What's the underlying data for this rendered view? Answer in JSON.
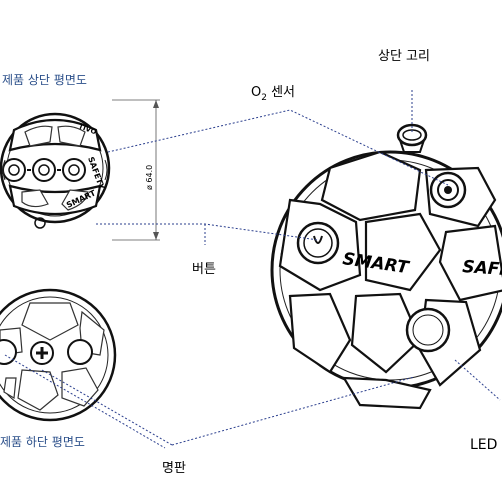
{
  "labels": {
    "top_view": "제품 상단 평면도",
    "bottom_view": "제품 하단 평면도",
    "o2_prefix": "O",
    "o2_sub": "2",
    "o2_suffix": " 센서",
    "top_ring": "상단 고리",
    "button": "버튼",
    "nameplate": "명판",
    "led": "LED",
    "dimension": "ø 64.0"
  },
  "ball_text": {
    "smart": "SMART",
    "safety": "SAFETY",
    "small_text": "TIVO"
  },
  "colors": {
    "label_blue": "#2b4f8a",
    "leader_line": "#2b3f8e",
    "outline": "#111111"
  }
}
